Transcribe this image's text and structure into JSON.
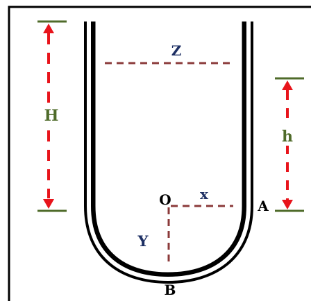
{
  "labels": {
    "H": "H",
    "h": "h",
    "Z": "Z",
    "O": "O",
    "x": "x",
    "A": "A",
    "Y": "Y",
    "B": "B"
  },
  "colors": {
    "frame": "#000000",
    "tube": "#000000",
    "measure_arrow": "#e8141b",
    "level_tick": "#4f6b2a",
    "dashed_helper": "#8b3a3a",
    "label_navy": "#1d2f63",
    "label_olive": "#4f6b2a",
    "label_black": "#000000"
  }
}
